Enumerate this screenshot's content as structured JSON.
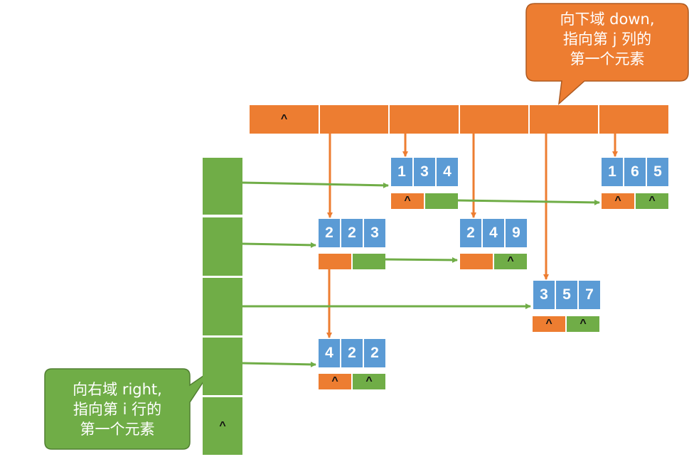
{
  "colors": {
    "down": "#ED7D31",
    "right": "#70AD47",
    "node": "#5B9BD5"
  },
  "null_symbol": "^",
  "column_heads": [
    "^",
    "",
    "",
    "",
    "",
    ""
  ],
  "row_heads": [
    "",
    "",
    "",
    "",
    "^"
  ],
  "nodes": [
    {
      "id": "n134",
      "values": [
        "1",
        "3",
        "4"
      ],
      "down": "^",
      "right": ""
    },
    {
      "id": "n165",
      "values": [
        "1",
        "6",
        "5"
      ],
      "down": "^",
      "right": "^"
    },
    {
      "id": "n223",
      "values": [
        "2",
        "2",
        "3"
      ],
      "down": "",
      "right": ""
    },
    {
      "id": "n249",
      "values": [
        "2",
        "4",
        "9"
      ],
      "down": "",
      "right": "^"
    },
    {
      "id": "n357",
      "values": [
        "3",
        "5",
        "7"
      ],
      "down": "^",
      "right": "^"
    },
    {
      "id": "n422",
      "values": [
        "4",
        "2",
        "2"
      ],
      "down": "^",
      "right": "^"
    }
  ],
  "callouts": {
    "down": [
      "向下域 down,",
      "指向第 j 列的",
      "第一个元素"
    ],
    "right": [
      "向右域 right,",
      "指向第 i 行的",
      "第一个元素"
    ]
  }
}
